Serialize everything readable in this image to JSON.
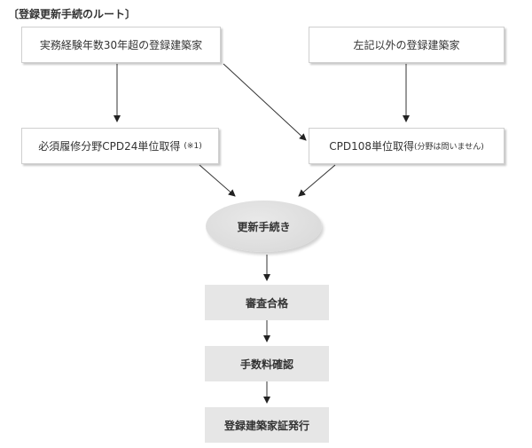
{
  "title": "〔登録更新手続のルート〕",
  "nodes": {
    "experienced": "実務経験年数30年超の登録建築家",
    "others": "左記以外の登録建築家",
    "required_cpd": "必須履修分野CPD24単位取得",
    "required_cpd_note": "(※1)",
    "cpd108": "CPD108単位取得",
    "cpd108_note": "(分野は問いません)",
    "renewal": "更新手続き",
    "review": "審査合格",
    "fee": "手数料確認",
    "certificate": "登録建築家証発行"
  }
}
